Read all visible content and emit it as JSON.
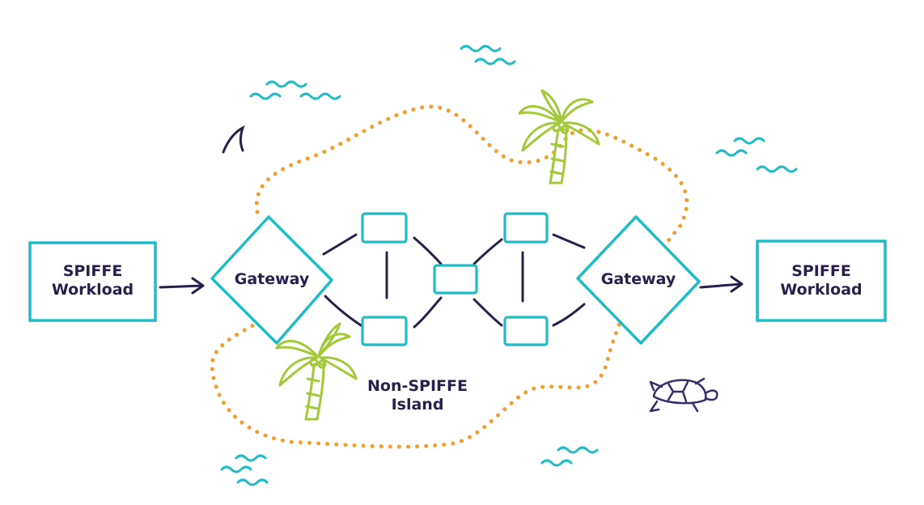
{
  "left_workload": {
    "line1": "SPIFFE",
    "line2": "Workload"
  },
  "left_gateway": {
    "label": "Gateway"
  },
  "right_gateway": {
    "label": "Gateway"
  },
  "right_workload": {
    "line1": "SPIFFE",
    "line2": "Workload"
  },
  "island": {
    "line1": "Non-SPIFFE",
    "line2": "Island"
  },
  "colors": {
    "box_outline": "#20bcc6",
    "connector": "#2a1f4c",
    "island_border": "#f0a030",
    "palm": "#a3c93a",
    "waves": "#20bcc6",
    "text": "#2a1f4c"
  },
  "icons": [
    "palm-tree-icon",
    "palm-tree-icon",
    "turtle-icon",
    "shark-fin-icon",
    "waves-icon"
  ]
}
